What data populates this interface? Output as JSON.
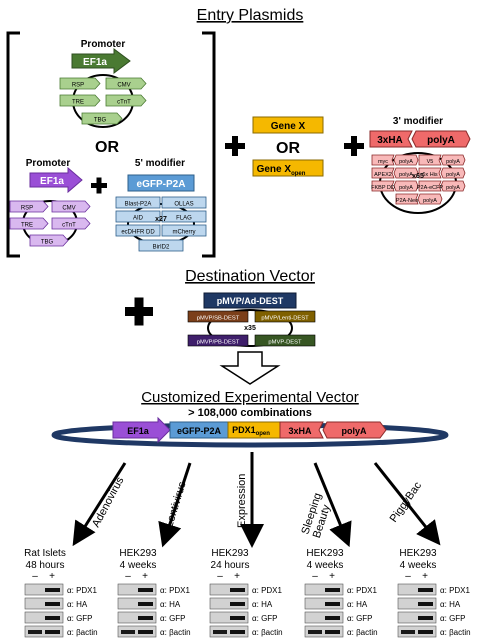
{
  "entry": {
    "title": "Entry Plasmids",
    "promoter_label": "Promoter",
    "main_promoter": "EF1a",
    "loop_items_top": [
      "RSP",
      "CMV",
      "TRE",
      "cTnT",
      "TBG"
    ],
    "or_label": "OR",
    "promoter_label_2": "Promoter",
    "small_promoter": "EF1a",
    "loop_items_bottom": [
      "RSP",
      "CMV",
      "TRE",
      "cTnT",
      "TBG"
    ],
    "modifier5_label": "5' modifier",
    "modifier5_main": "eGFP-P2A",
    "modifier5_items": [
      "Blast-P2A",
      "OLLAS",
      "AID",
      "FLAG",
      "ecDHFR DD",
      "mCherry",
      "BirID2"
    ],
    "modifier5_count": "x27",
    "gene_x": "Gene X",
    "gene_or": "OR",
    "gene_x_open_main": "Gene X",
    "gene_x_open_sub": "open",
    "modifier3_label": "3' modifier",
    "modifier3_tag": "3xHA",
    "modifier3_polya": "polyA",
    "modifier3_rows": [
      [
        "myc",
        "polyA"
      ],
      [
        "V5",
        "polyA"
      ],
      [
        "APEX2",
        "polyA"
      ],
      [
        "6x His",
        "polyA"
      ],
      [
        "FKBP DD",
        "polyA"
      ],
      [
        "P2A-eCFP",
        "polyA"
      ],
      [
        "P2A-Neo",
        "polyA"
      ]
    ],
    "modifier3_count": "x65"
  },
  "destination": {
    "title": "Destination Vector",
    "main": "pMVP/Ad-DEST",
    "items": [
      "pMVP/SB-DEST",
      "pMVP/Lenti-DEST",
      "pMVP/PB-DEST",
      "pMVP-DEST"
    ],
    "count": "x35"
  },
  "customized": {
    "title": "Customized Experimental Vector",
    "combinations": "> 108,000 combinations",
    "segments": [
      "EF1a",
      "eGFP-P2A",
      "PDX1",
      "open",
      "3xHA",
      "polyA"
    ]
  },
  "delivery": [
    "Adenovirus",
    "Lentivirus",
    "Expression",
    "Sleeping Beauty",
    "PiggyBac"
  ],
  "blots": [
    {
      "cell": "Rat Islets",
      "time": "48 hours"
    },
    {
      "cell": "HEK293",
      "time": "4 weeks"
    },
    {
      "cell": "HEK293",
      "time": "24 hours"
    },
    {
      "cell": "HEK293",
      "time": "4 weeks"
    },
    {
      "cell": "HEK293",
      "time": "4 weeks"
    }
  ],
  "blot_signs": [
    "–",
    "+"
  ],
  "blot_rows": [
    "α: PDX1",
    "α: HA",
    "α: GFP",
    "α: βactin"
  ],
  "colors": {
    "promoter_dark": "#4a7a32",
    "promoter_light": "#a9d08e",
    "purple_dark": "#9a4fd6",
    "purple_light": "#d9b8ef",
    "blue": "#5b9bd5",
    "blue_light": "#bdd7ee",
    "gene": "#f5b800",
    "red": "#ef6a6a",
    "red_light": "#f8b9b9",
    "dest_main": "#1f3864",
    "ring": "#1f3864"
  }
}
